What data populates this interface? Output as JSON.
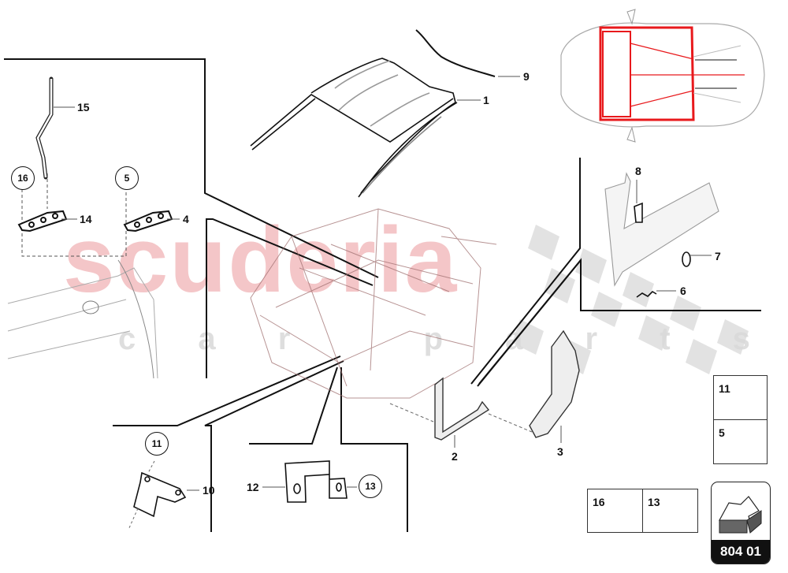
{
  "diagram": {
    "type": "exploded parts diagram",
    "subject": "body shell / roof and A-pillar structure",
    "reference_code": "804 01",
    "watermark": {
      "main": "scuderia",
      "sub": "c a r   p a r t s",
      "color": "#f4c6c8",
      "sub_color": "#d8d8d8"
    },
    "highlight_color": "#e8191c",
    "callouts": {
      "p1": "1",
      "p2": "2",
      "p3": "3",
      "p4": "4",
      "p5": "5",
      "p6": "6",
      "p7": "7",
      "p8": "8",
      "p9": "9",
      "p10": "10",
      "p12": "12",
      "p14": "14",
      "p15": "15"
    },
    "circled_callouts": {
      "c16": "16",
      "c5": "5",
      "c11": "11",
      "c13": "13"
    },
    "fastener_legend": [
      {
        "number": "11",
        "icon": "flange-bolt-icon"
      },
      {
        "number": "5",
        "icon": "stud-nut-icon"
      },
      {
        "number": "16",
        "icon": "pan-head-screw-icon"
      },
      {
        "number": "13",
        "icon": "countersunk-screw-icon"
      }
    ]
  }
}
